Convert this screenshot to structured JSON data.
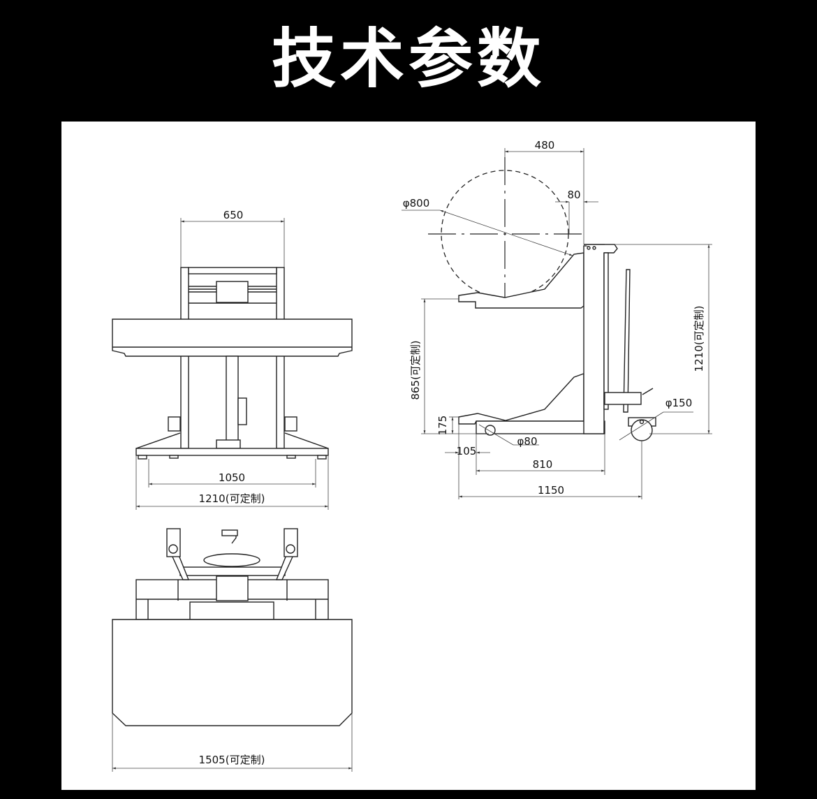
{
  "title": "技术参数",
  "colors": {
    "background": "#000000",
    "panel": "#ffffff",
    "line": "#222222"
  },
  "front_view": {
    "width_top": "650",
    "wheel_span": "1050",
    "overall_width": "1210(可定制)"
  },
  "side_view": {
    "offset_480": "480",
    "offset_80": "80",
    "roll_diameter": "φ800",
    "overall_height": "1210(可定制)",
    "fork_height": "865(可定制)",
    "lower_fork": "175",
    "front_offset": "105",
    "base_length": "810",
    "overall_length": "1150",
    "rear_wheel": "φ150",
    "front_wheel": "φ80"
  },
  "top_view": {
    "platform_length": "1505(可定制)"
  }
}
